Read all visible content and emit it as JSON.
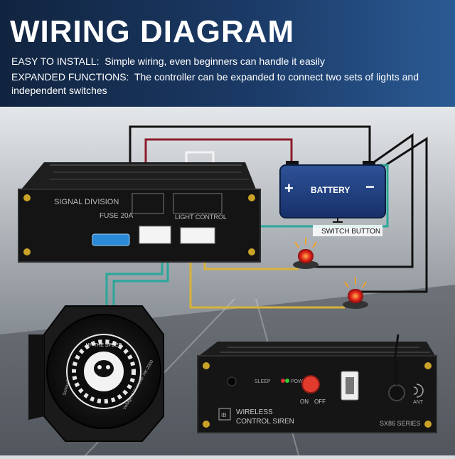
{
  "header": {
    "title": "WIRING DIAGRAM",
    "install_label": "EASY TO INSTALL",
    "install_text": "Simple wiring, even beginners can handle it easily",
    "functions_label": "EXPANDED FUNCTIONS",
    "functions_text": "The controller can be expanded to connect two sets of lights and independent switches"
  },
  "controller": {
    "signal_label": "SIGNAL DIVISION",
    "fuse_label": "FUSE 20A",
    "light_label": "LIGHT CONTROL"
  },
  "battery": {
    "label": "BATTERY",
    "plus": "+",
    "minus": "−"
  },
  "switch_label": "SWITCH BUTTON",
  "speaker": {
    "brand_ring": "UP THE SPEED",
    "voltage": "Voltage: 12V  Model: HK-2000",
    "series": "Seriou-7"
  },
  "siren_box": {
    "sleep_label": "SLEEP",
    "pow_label": "POW",
    "on_label": "ON",
    "off_label": "OFF",
    "name_line1": "WIRELESS",
    "name_line2": "CONTROL SIREN",
    "series_label": "SX86 SERIES",
    "ant_label": "ANT"
  },
  "colors": {
    "header_bg": "#1b3a66",
    "wire_black": "#111111",
    "wire_red": "#8c1c2b",
    "wire_white": "#f4f4f4",
    "wire_teal": "#2aa79a",
    "wire_yellow": "#d8b23a",
    "battery_blue": "#1f3f7a",
    "beacon_red": "#e0231c"
  }
}
